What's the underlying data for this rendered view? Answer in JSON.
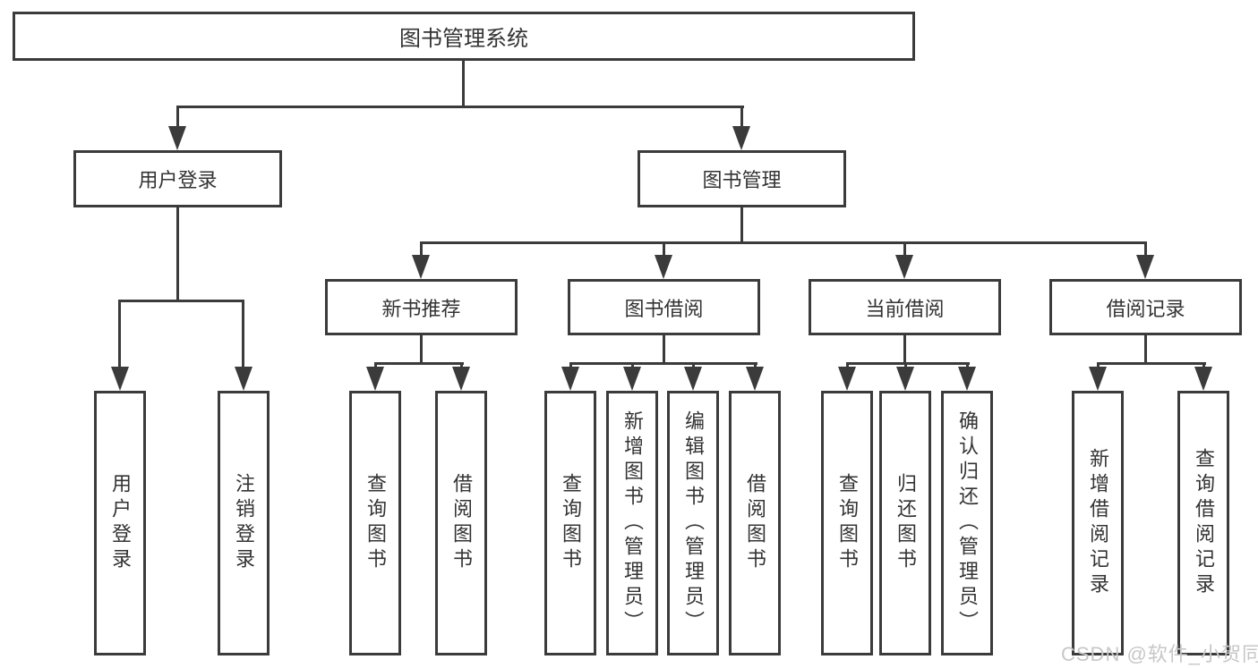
{
  "colors": {
    "line": "#3b3b3b",
    "text": "#333333",
    "watermark": "#c7c7c7",
    "background": "#ffffff"
  },
  "diagram": {
    "watermark": "CSDN @软件_小贺同学",
    "nodes": {
      "root": "图书管理系统",
      "user_login": "用户登录",
      "book_mgmt": "图书管理",
      "new_book_rec": "新书推荐",
      "book_borrow": "图书借阅",
      "current_borrow": "当前借阅",
      "borrow_records": "借阅记录",
      "leaf_user_login": "用户登录",
      "leaf_logout": "注销登录",
      "leaf_query_book_nbr": "查询图书",
      "leaf_borrow_book_nbr": "借阅图书",
      "leaf_query_book_bb": "查询图书",
      "leaf_add_book": "新增图书（管理员）",
      "leaf_edit_book": "编辑图书（管理员）",
      "leaf_borrow_book_bb": "借阅图书",
      "leaf_query_book_cb": "查询图书",
      "leaf_return_book": "归还图书",
      "leaf_confirm_return": "确认归还（管理员）",
      "leaf_add_record": "新增借阅记录",
      "leaf_query_record": "查询借阅记录"
    },
    "hierarchy": {
      "图书管理系统": {
        "用户登录": [
          "用户登录",
          "注销登录"
        ],
        "图书管理": {
          "新书推荐": [
            "查询图书",
            "借阅图书"
          ],
          "图书借阅": [
            "查询图书",
            "新增图书（管理员）",
            "编辑图书（管理员）",
            "借阅图书"
          ],
          "当前借阅": [
            "查询图书",
            "归还图书",
            "确认归还（管理员）"
          ],
          "借阅记录": [
            "新增借阅记录",
            "查询借阅记录"
          ]
        }
      }
    }
  }
}
